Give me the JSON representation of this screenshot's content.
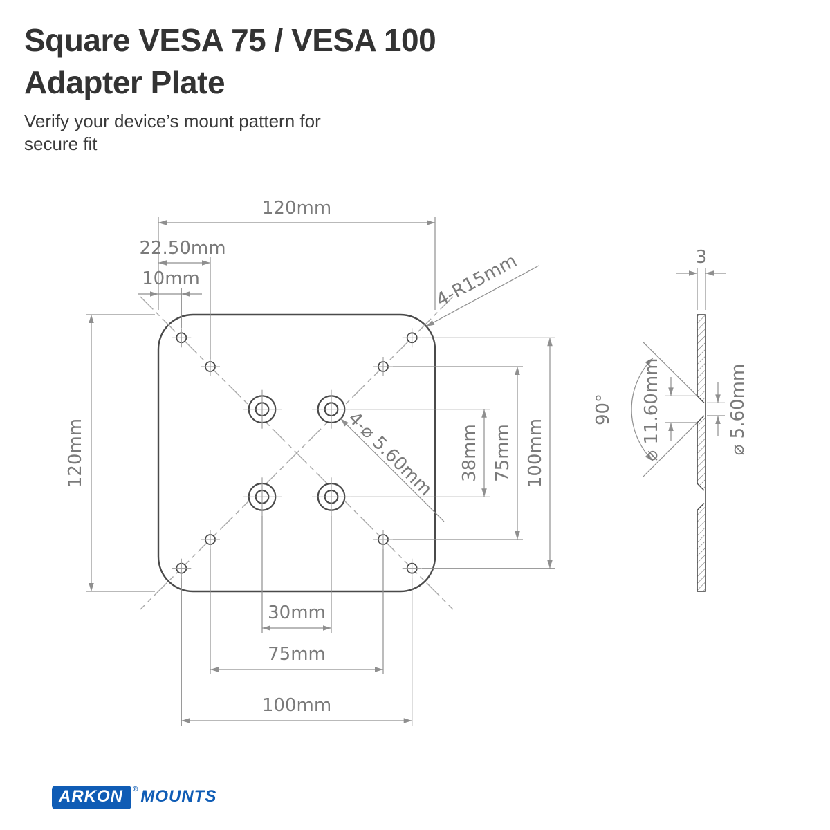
{
  "header": {
    "title_line1": "Square VESA 75 / VESA 100",
    "title_line2": "Adapter Plate",
    "subtitle_line1": "Verify your device’s mount pattern for",
    "subtitle_line2": "secure fit"
  },
  "front_view": {
    "overall_width": "120mm",
    "overall_height": "120mm",
    "vesa75_edge_offset": "22.50mm",
    "vesa100_edge_offset": "10mm",
    "corner_radius": "4-R15mm",
    "hole_callout": "4-⌀ 5.60mm",
    "amps_vertical_spacing": "38mm",
    "vesa75_vertical_spacing": "75mm",
    "vesa100_vertical_spacing": "100mm",
    "amps_horizontal_spacing": "30mm",
    "vesa75_horizontal_spacing": "75mm",
    "vesa100_horizontal_spacing": "100mm"
  },
  "side_view": {
    "thickness": "3",
    "countersink_angle": "90°",
    "countersink_diameter": "⌀ 11.60mm",
    "bore_diameter": "⌀ 5.60mm"
  },
  "logo": {
    "brand": "ARKON",
    "registered_mark": "®",
    "suffix": "MOUNTS"
  },
  "colors": {
    "logo_blue": "#0f5cb5",
    "drawing_line": "#4a4a4a",
    "dimension_gray": "#8f8f8f"
  }
}
